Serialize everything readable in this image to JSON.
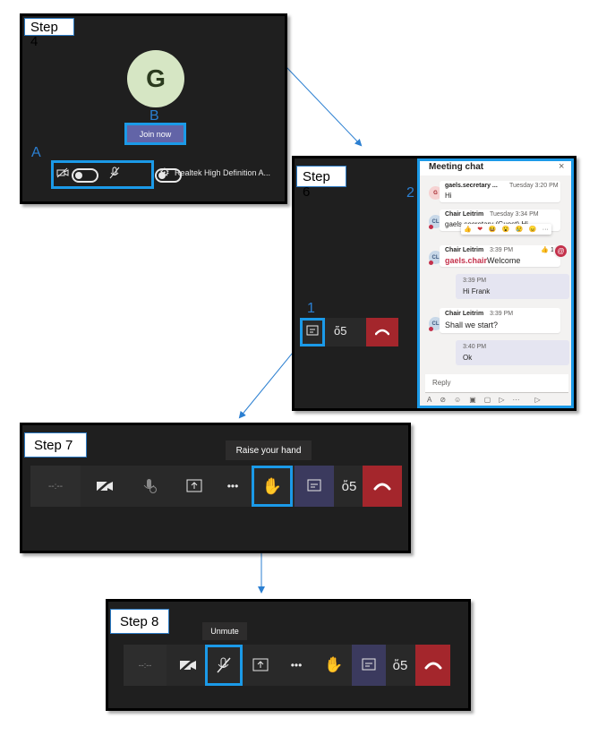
{
  "step4": {
    "label": "Step 4",
    "avatar_letter": "G",
    "marker_a": "A",
    "marker_b": "B",
    "join_button": "Join now",
    "audio_device": "Realtek High Definition A..."
  },
  "step6": {
    "label": "Step 6",
    "marker_1": "1",
    "marker_2": "2",
    "chat": {
      "title": "Meeting chat",
      "close_glyph": "×",
      "messages": [
        {
          "initials": "G",
          "sender": "gaels.secretary ...",
          "time": "Tuesday 3:20 PM",
          "text": "Hi"
        },
        {
          "initials": "CL",
          "sender": "Chair Leitrim",
          "time": "Tuesday 3:34 PM",
          "text": "gaels.secretary (Guest) Hi"
        },
        {
          "initials": "CL",
          "sender": "Chair Leitrim",
          "time": "3:39 PM",
          "mention": "gaels.chair",
          "text": "Welcome",
          "like_count": "1"
        },
        {
          "own": true,
          "time": "3:39 PM",
          "text": "Hi Frank"
        },
        {
          "initials": "CL",
          "sender": "Chair Leitrim",
          "time": "3:39 PM",
          "text": "Shall we start?"
        },
        {
          "own": true,
          "time": "3:40 PM",
          "text": "Ok"
        }
      ],
      "reactions": [
        "👍",
        "❤",
        "😆",
        "😮",
        "😢",
        "😠"
      ],
      "more": "···",
      "reply_placeholder": "Reply",
      "like_icon": "👍"
    }
  },
  "step7": {
    "label": "Step 7",
    "tooltip": "Raise your hand",
    "timer": "--:--",
    "more": "•••"
  },
  "step8": {
    "label": "Step 8",
    "tooltip": "Unmute",
    "timer": "--:--",
    "more": "•••"
  },
  "colors": {
    "panel_bg": "#1f1f1f",
    "highlight": "#1b9ae8",
    "hangup": "#a4262c",
    "join": "#6264a7",
    "connector": "#2b7fd1"
  }
}
